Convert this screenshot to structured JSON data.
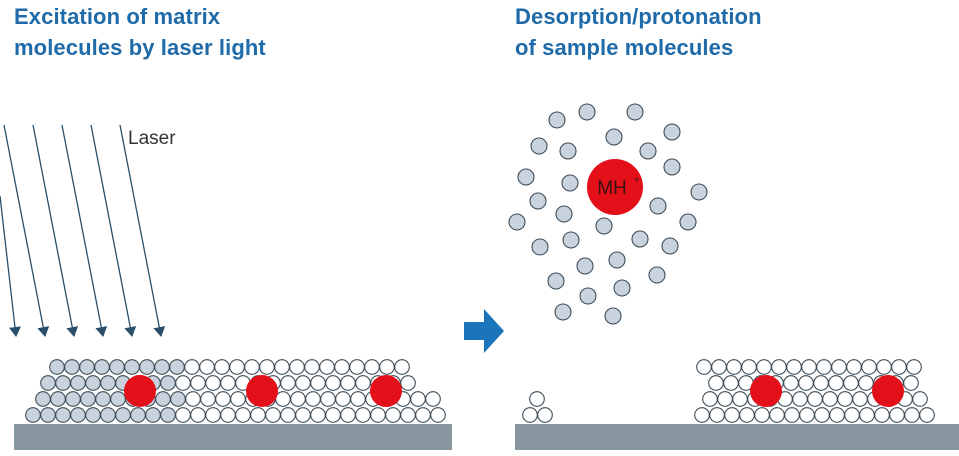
{
  "left_panel": {
    "title_line1": "Excitation of matrix",
    "title_line2": "molecules by laser light",
    "laser_label": "Laser"
  },
  "right_panel": {
    "title_line1": "Desorption/protonation",
    "title_line2": "of sample molecules",
    "ion_label": "MH",
    "ion_charge": "+"
  },
  "colors": {
    "title": "#1f6aa8",
    "arrow": "#1b75bb",
    "matrix_excited": "#c9d3dd",
    "matrix": "#ffffff",
    "sample": "#e3101a",
    "substrate": "#86959e",
    "laser": "#2a4f6b"
  }
}
